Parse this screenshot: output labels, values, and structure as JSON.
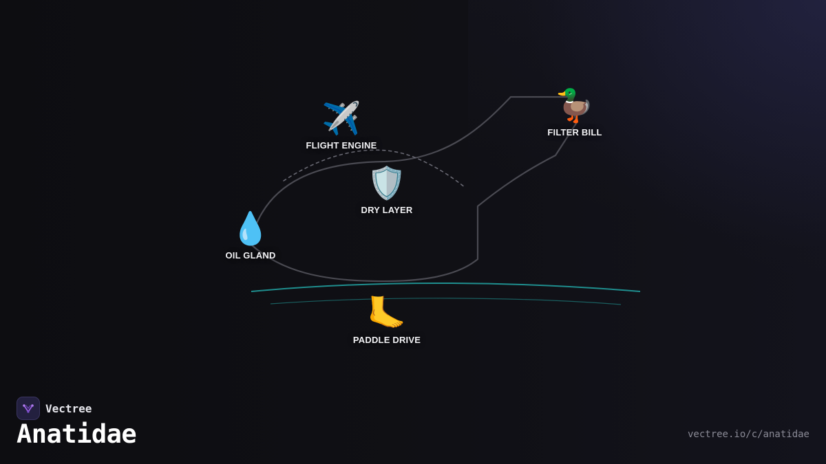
{
  "brand": {
    "name": "Vectree",
    "logo_icon": "vectree-logo-icon",
    "accent_color": "#9b5de5"
  },
  "page": {
    "title": "Anatidae",
    "url": "vectree.io/c/anatidae"
  },
  "colors": {
    "connector": "#4a4a52",
    "dashed_arc": "#6a6a74",
    "water_line": "#1f8f8f",
    "water_line_faint": "#1a5f60"
  },
  "nodes": [
    {
      "id": "flight-engine",
      "label": "FLIGHT ENGINE",
      "emoji": "✈️",
      "icon": "airplane-icon"
    },
    {
      "id": "filter-bill",
      "label": "FILTER BILL",
      "emoji": "🦆",
      "icon": "duck-icon"
    },
    {
      "id": "dry-layer",
      "label": "DRY LAYER",
      "emoji": "🛡️",
      "icon": "shield-icon"
    },
    {
      "id": "oil-gland",
      "label": "OIL GLAND",
      "emoji": "💧",
      "icon": "droplet-icon"
    },
    {
      "id": "paddle-drive",
      "label": "PADDLE DRIVE",
      "emoji": "🦶",
      "icon": "foot-icon"
    }
  ]
}
